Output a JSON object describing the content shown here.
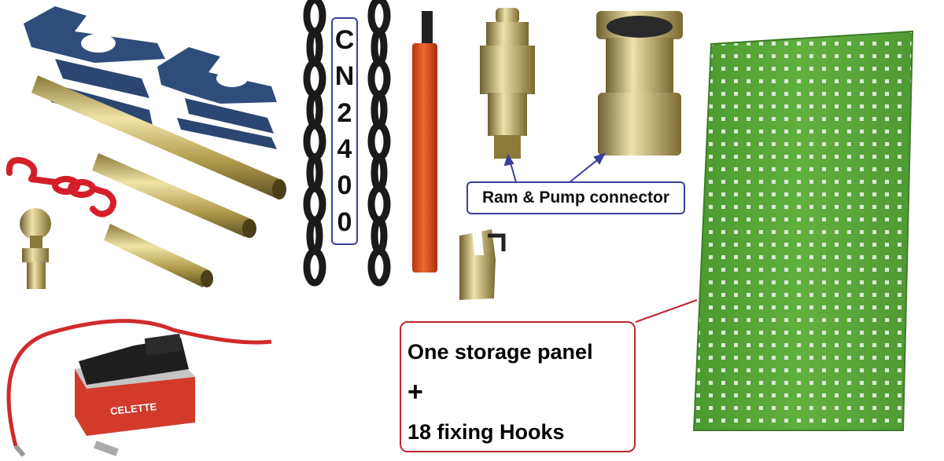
{
  "chain_label": {
    "chars": [
      "C",
      "N",
      "2",
      "4",
      "0",
      "0"
    ]
  },
  "connector_label": "Ram & Pump connector",
  "panel_label": {
    "line1": "One storage panel",
    "line2": "+",
    "line3": "18 fixing Hooks"
  },
  "pump_brand": "CELETTE",
  "colors": {
    "label_border_blue": "#3b3f9c",
    "label_border_red": "#c1272d",
    "panel_green": "#5aa83c",
    "clamp_blue": "#2e4d7a",
    "hose_red": "#d12a2a",
    "tube_gold": "#c9b46a"
  }
}
